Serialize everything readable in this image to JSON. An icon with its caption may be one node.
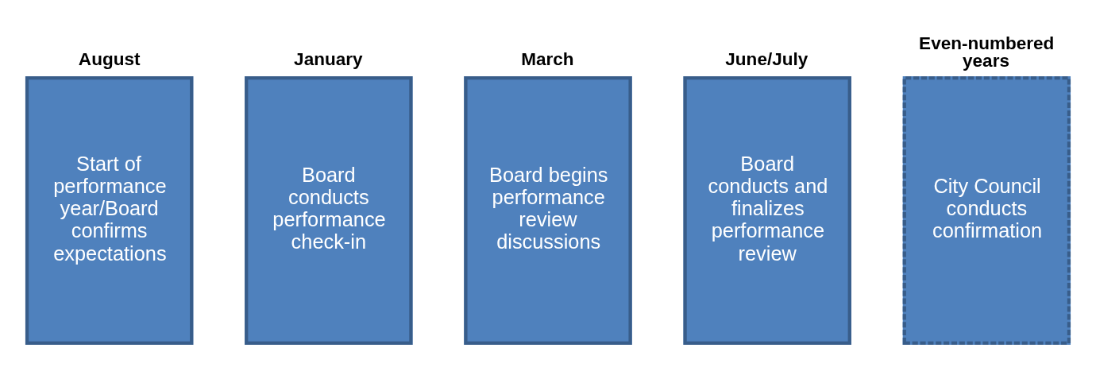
{
  "diagram": {
    "nodes": [
      {
        "text": [
          "August",
          "Start of performance year/Board confirms expectations"
        ]
      },
      {
        "text": [
          "January",
          "Board conducts performance check-in"
        ]
      },
      {
        "text": [
          "March",
          "Board begins performance review discussions"
        ]
      },
      {
        "text": [
          "June/July",
          "Board conducts and finalizes performance review"
        ]
      },
      {
        "text": [
          "Even-numbered years",
          "City Council conducts confirmation"
        ]
      }
    ]
  }
}
